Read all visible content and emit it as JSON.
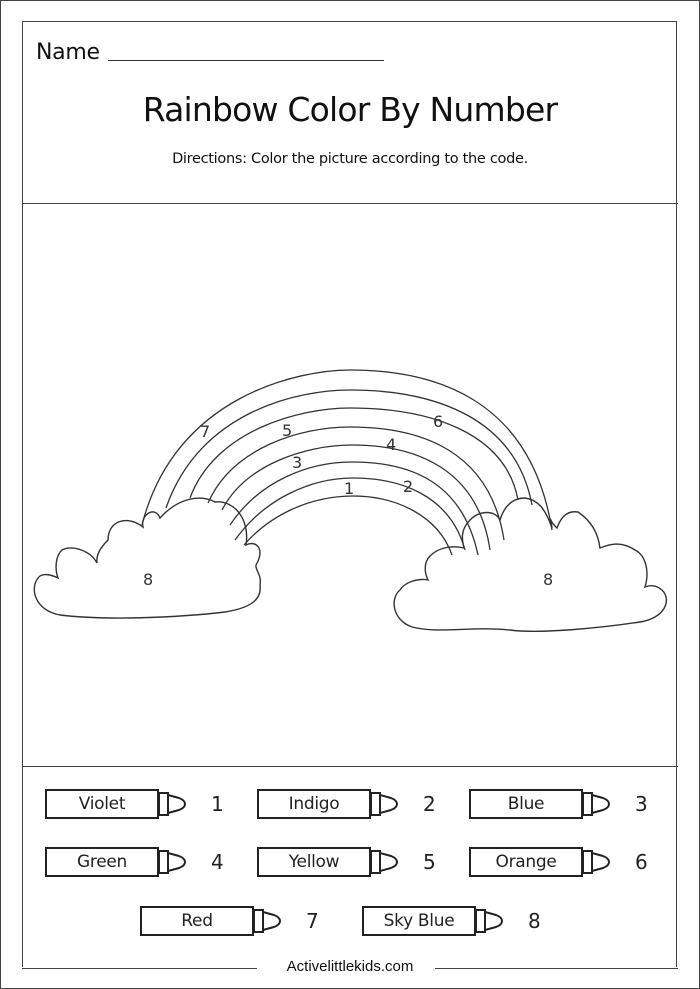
{
  "header": {
    "name_label": "Name",
    "title": "Rainbow Color By Number",
    "directions": "Directions: Color the picture according to the code."
  },
  "picture": {
    "arc_numbers": [
      "1",
      "2",
      "3",
      "4",
      "5",
      "6",
      "7"
    ],
    "cloud_left_number": "8",
    "cloud_right_number": "8"
  },
  "color_key": [
    {
      "color": "Violet",
      "number": "1",
      "hex": "#8F00FF"
    },
    {
      "color": "Indigo",
      "number": "2",
      "hex": "#4B0082"
    },
    {
      "color": "Blue",
      "number": "3",
      "hex": "#0000FF"
    },
    {
      "color": "Green",
      "number": "4",
      "hex": "#00A000"
    },
    {
      "color": "Yellow",
      "number": "5",
      "hex": "#FFE000"
    },
    {
      "color": "Orange",
      "number": "6",
      "hex": "#FF8C00"
    },
    {
      "color": "Red",
      "number": "7",
      "hex": "#E00000"
    },
    {
      "color": "Sky Blue",
      "number": "8",
      "hex": "#87CEEB"
    }
  ],
  "footer": {
    "site": "Activelittlekids.com"
  }
}
